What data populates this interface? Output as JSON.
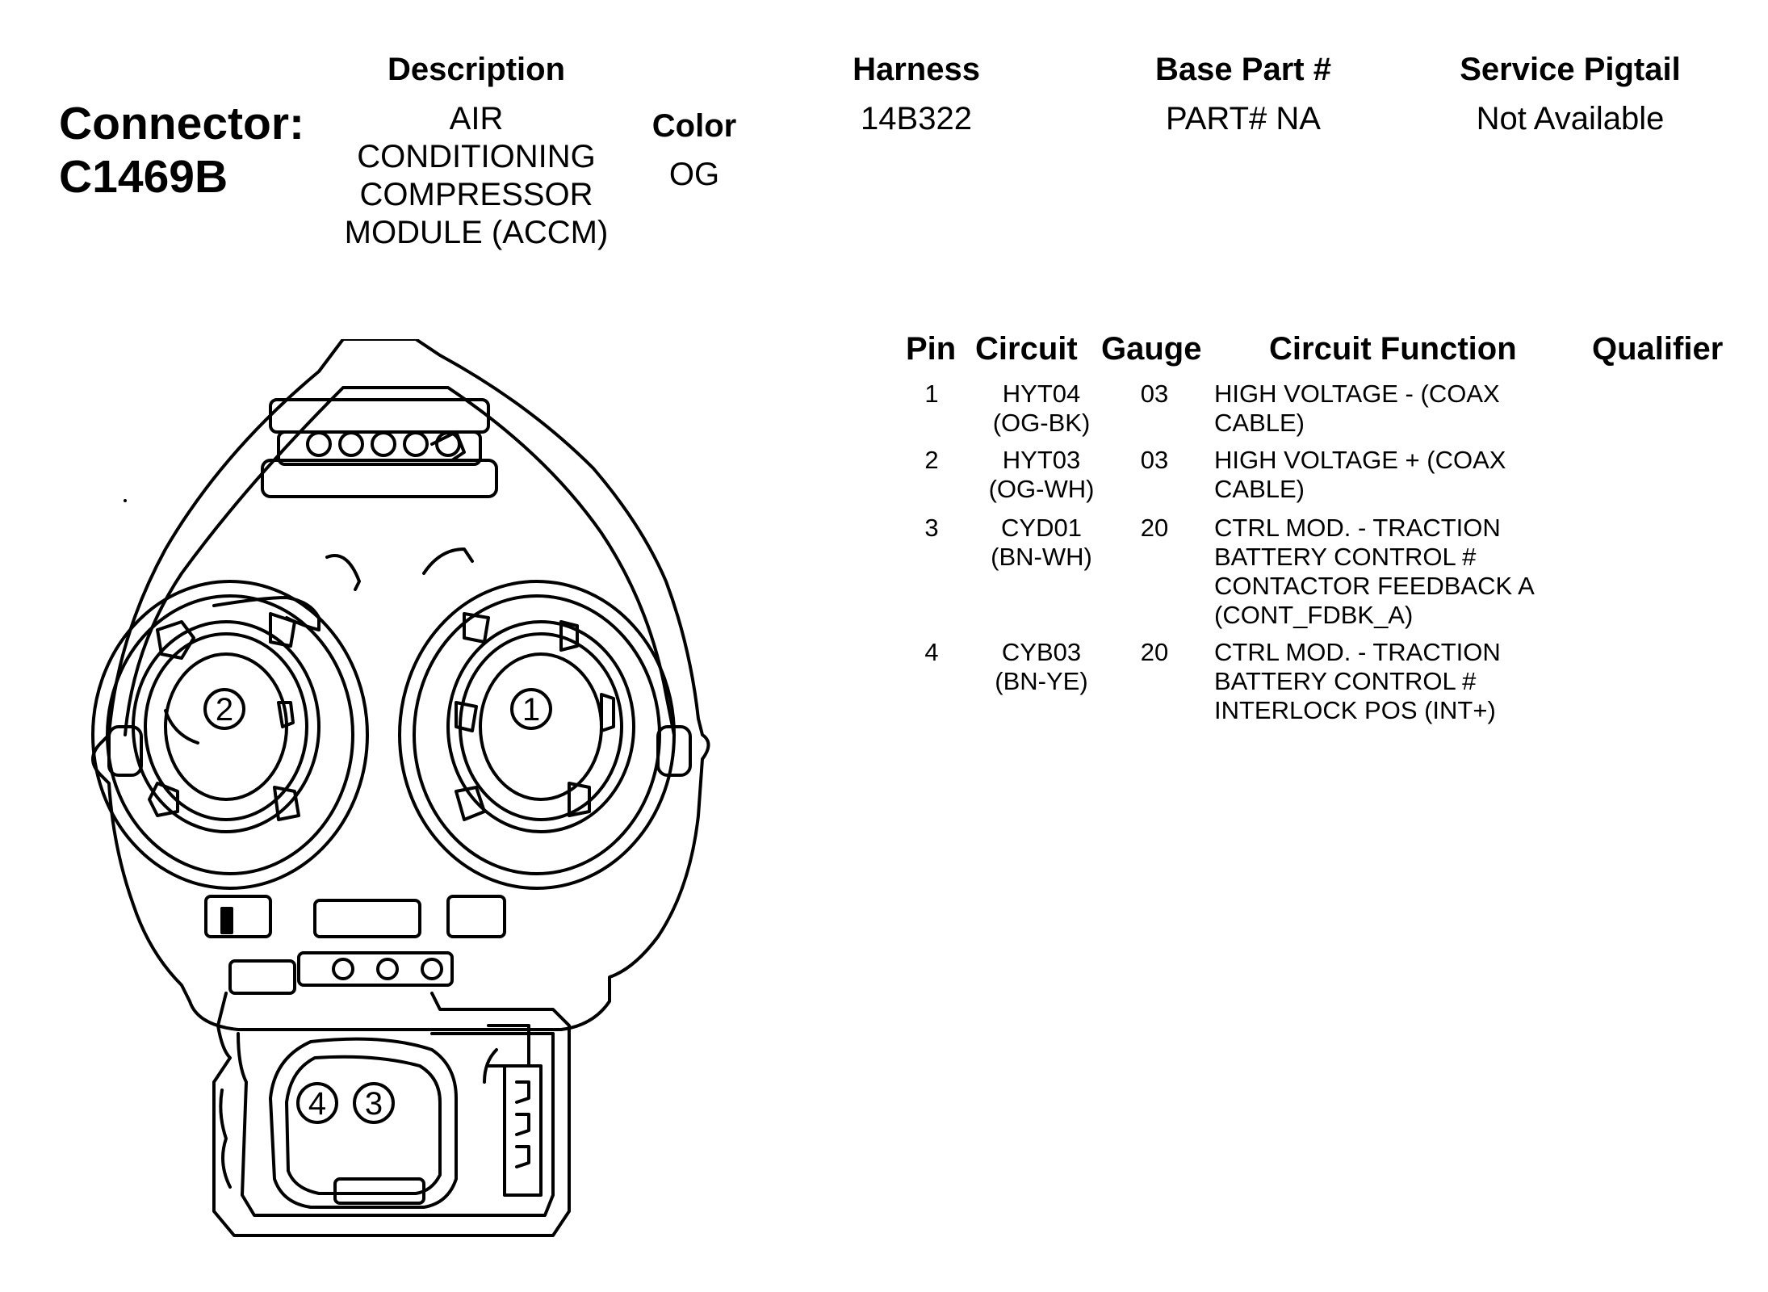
{
  "connector": {
    "label": "Connector:",
    "id": "C1469B"
  },
  "header": {
    "description_label": "Description",
    "description_lines": [
      "AIR",
      "CONDITIONING",
      "COMPRESSOR",
      "MODULE (ACCM)"
    ],
    "color_label": "Color",
    "color_value": "OG",
    "harness_label": "Harness",
    "harness_value": "14B322",
    "base_part_label": "Base Part #",
    "base_part_value": "PART# NA",
    "service_pigtail_label": "Service Pigtail",
    "service_pigtail_value": "Not Available"
  },
  "table": {
    "columns": [
      "Pin",
      "Circuit",
      "Gauge",
      "Circuit Function",
      "Qualifier"
    ],
    "rows": [
      {
        "pin": "1",
        "circuit": [
          "HYT04",
          "(OG-BK)"
        ],
        "gauge": "03",
        "function": [
          "HIGH VOLTAGE - (COAX",
          "CABLE)"
        ],
        "qualifier": ""
      },
      {
        "pin": "2",
        "circuit": [
          "HYT03",
          "(OG-WH)"
        ],
        "gauge": "03",
        "function": [
          "HIGH VOLTAGE + (COAX",
          "CABLE)"
        ],
        "qualifier": ""
      },
      {
        "pin": "3",
        "circuit": [
          "CYD01",
          "(BN-WH)"
        ],
        "gauge": "20",
        "function": [
          "CTRL MOD. - TRACTION",
          "BATTERY CONTROL #",
          "CONTACTOR FEEDBACK A",
          "(CONT_FDBK_A)"
        ],
        "qualifier": ""
      },
      {
        "pin": "4",
        "circuit": [
          "CYB03",
          "(BN-YE)"
        ],
        "gauge": "20",
        "function": [
          "CTRL MOD. - TRACTION",
          "BATTERY CONTROL #",
          "INTERLOCK POS (INT+)"
        ],
        "qualifier": ""
      }
    ]
  },
  "drawing": {
    "pin_labels": [
      "1",
      "2",
      "3",
      "4"
    ]
  }
}
